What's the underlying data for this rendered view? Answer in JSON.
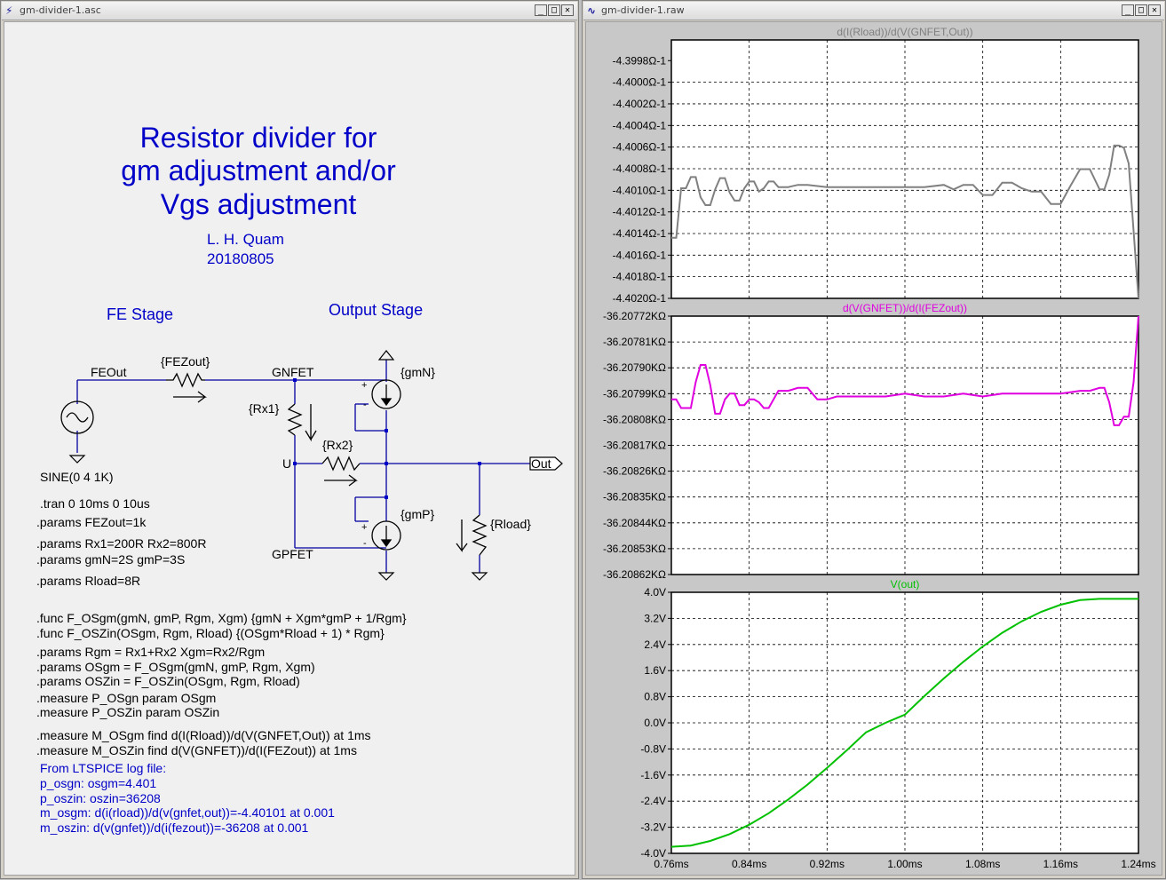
{
  "schematic_window": {
    "title": "gm-divider-1.asc",
    "heading": [
      "Resistor divider for",
      "gm adjustment and/or",
      "Vgs adjustment"
    ],
    "author": "L. H. Quam",
    "date": "20180805",
    "section_fe": "FE Stage",
    "section_out": "Output Stage",
    "nets": {
      "feout": "FEOut",
      "gnfet": "GNFET",
      "gpfet": "GPFET",
      "u": "U",
      "out": "Out"
    },
    "components": {
      "fezout": "{FEZout}",
      "rx1": "{Rx1}",
      "rx2": "{Rx2}",
      "gmn": "{gmN}",
      "gmp": "{gmP}",
      "rload": "{Rload}",
      "source": "SINE(0 4 1K)",
      "plus": "+",
      "minus": "-"
    },
    "directives": [
      ".tran 0 10ms 0 10us",
      ".params FEZout=1k",
      ".params Rx1=200R Rx2=800R",
      ".params gmN=2S gmP=3S",
      ".params Rload=8R",
      ".func F_OSgm(gmN, gmP, Rgm, Xgm) {gmN + Xgm*gmP + 1/Rgm}",
      ".func F_OSZin(OSgm, Rgm, Rload) {(OSgm*Rload + 1) * Rgm}",
      ".params Rgm = Rx1+Rx2 Xgm=Rx2/Rgm",
      ".params OSgm = F_OSgm(gmN, gmP, Rgm, Xgm)",
      ".params OSZin = F_OSZin(OSgm, Rgm, Rload)",
      ".measure P_OSgn param OSgm",
      ".measure P_OSZin param OSZin",
      ".measure M_OSgm find d(I(Rload))/d(V(GNFET,Out)) at 1ms",
      ".measure M_OSZin find d(V(GNFET))/d(I(FEZout)) at 1ms"
    ],
    "log_notes": [
      "From LTSPICE log file:",
      "p_osgn: osgm=4.401",
      "p_oszin: oszin=36208",
      "m_osgm: d(i(rload))/d(v(gnfet,out))=-4.40101 at 0.001",
      "m_oszin: d(v(gnfet))/d(i(fezout))=-36208 at 0.001"
    ]
  },
  "waveform_window": {
    "title": "gm-divider-1.raw"
  },
  "window_buttons": {
    "minimize": "_",
    "maximize": "□",
    "close": "✕"
  },
  "colors": {
    "trace1": "#808080",
    "trace2": "#e000e0",
    "trace3": "#00c000",
    "annotation_blue": "#0000c8"
  },
  "chart_data": [
    {
      "type": "line",
      "title": "d(I(Rload))/d(V(GNFET,Out))",
      "x_ticks": [],
      "y_ticks": [
        "-4.3998Ω-1",
        "-4.4000Ω-1",
        "-4.4002Ω-1",
        "-4.4004Ω-1",
        "-4.4006Ω-1",
        "-4.4008Ω-1",
        "-4.4010Ω-1",
        "-4.4012Ω-1",
        "-4.4014Ω-1",
        "-4.4016Ω-1",
        "-4.4018Ω-1",
        "-4.4020Ω-1"
      ],
      "xlim": [
        0.76,
        1.24
      ],
      "ylim": [
        -4.402,
        -4.3997
      ],
      "grid": true,
      "series": [
        {
          "color": "#808080",
          "x": [
            0.76,
            0.765,
            0.77,
            0.775,
            0.78,
            0.785,
            0.79,
            0.795,
            0.8,
            0.805,
            0.81,
            0.815,
            0.82,
            0.825,
            0.83,
            0.835,
            0.84,
            0.845,
            0.85,
            0.855,
            0.86,
            0.865,
            0.87,
            0.88,
            0.89,
            0.9,
            0.92,
            0.94,
            0.96,
            0.98,
            1.0,
            1.02,
            1.04,
            1.05,
            1.06,
            1.07,
            1.08,
            1.09,
            1.1,
            1.11,
            1.12,
            1.13,
            1.14,
            1.15,
            1.16,
            1.17,
            1.18,
            1.19,
            1.2,
            1.205,
            1.21,
            1.215,
            1.22,
            1.225,
            1.23,
            1.235,
            1.24
          ],
          "y": [
            -4.40146,
            -4.40146,
            -4.40102,
            -4.40102,
            -4.40092,
            -4.40092,
            -4.4011,
            -4.40117,
            -4.40117,
            -4.40103,
            -4.40093,
            -4.40093,
            -4.40106,
            -4.40113,
            -4.40113,
            -4.40102,
            -4.40096,
            -4.40096,
            -4.40105,
            -4.40102,
            -4.40096,
            -4.40096,
            -4.40101,
            -4.40101,
            -4.40099,
            -4.40099,
            -4.40101,
            -4.40101,
            -4.40101,
            -4.40101,
            -4.40101,
            -4.40101,
            -4.40099,
            -4.40103,
            -4.40099,
            -4.40099,
            -4.40108,
            -4.40108,
            -4.40097,
            -4.40097,
            -4.40102,
            -4.40105,
            -4.40105,
            -4.40116,
            -4.40116,
            -4.401,
            -4.40085,
            -4.40085,
            -4.40103,
            -4.40103,
            -4.4009,
            -4.40064,
            -4.40064,
            -4.40066,
            -4.4008,
            -4.4014,
            -4.402
          ]
        }
      ]
    },
    {
      "type": "line",
      "title": "d(V(GNFET))/d(I(FEZout))",
      "x_ticks": [],
      "y_ticks": [
        "-36.20772KΩ",
        "-36.20781KΩ",
        "-36.20790KΩ",
        "-36.20799KΩ",
        "-36.20808KΩ",
        "-36.20817KΩ",
        "-36.20826KΩ",
        "-36.20835KΩ",
        "-36.20844KΩ",
        "-36.20853KΩ",
        "-36.20862KΩ"
      ],
      "xlim": [
        0.76,
        1.24
      ],
      "ylim": [
        -36.20862,
        -36.20772
      ],
      "grid": true,
      "series": [
        {
          "color": "#e000e0",
          "x": [
            0.76,
            0.765,
            0.77,
            0.775,
            0.78,
            0.785,
            0.79,
            0.795,
            0.8,
            0.805,
            0.81,
            0.815,
            0.82,
            0.825,
            0.83,
            0.835,
            0.84,
            0.845,
            0.85,
            0.855,
            0.86,
            0.87,
            0.88,
            0.89,
            0.9,
            0.91,
            0.92,
            0.93,
            0.94,
            0.95,
            0.96,
            0.98,
            1.0,
            1.02,
            1.04,
            1.06,
            1.08,
            1.1,
            1.12,
            1.14,
            1.16,
            1.18,
            1.19,
            1.2,
            1.205,
            1.21,
            1.215,
            1.22,
            1.225,
            1.23,
            1.235,
            1.24
          ],
          "y": [
            -36.20801,
            -36.20801,
            -36.20804,
            -36.20804,
            -36.20804,
            -36.20795,
            -36.20789,
            -36.20789,
            -36.20796,
            -36.20806,
            -36.20806,
            -36.20801,
            -36.20799,
            -36.20799,
            -36.20803,
            -36.20803,
            -36.20801,
            -36.20801,
            -36.20802,
            -36.20804,
            -36.20804,
            -36.20798,
            -36.20798,
            -36.20797,
            -36.20797,
            -36.20801,
            -36.20801,
            -36.208,
            -36.208,
            -36.208,
            -36.208,
            -36.208,
            -36.20799,
            -36.208,
            -36.208,
            -36.20799,
            -36.208,
            -36.20799,
            -36.20799,
            -36.20799,
            -36.20799,
            -36.20798,
            -36.20798,
            -36.20797,
            -36.20797,
            -36.20802,
            -36.2081,
            -36.2081,
            -36.20807,
            -36.20807,
            -36.20795,
            -36.20772
          ]
        }
      ]
    },
    {
      "type": "line",
      "title": "V(out)",
      "xlabel": "",
      "x_ticks": [
        "0.76ms",
        "0.84ms",
        "0.92ms",
        "1.00ms",
        "1.08ms",
        "1.16ms",
        "1.24ms"
      ],
      "y_ticks": [
        "4.0V",
        "3.2V",
        "2.4V",
        "1.6V",
        "0.8V",
        "0.0V",
        "-0.8V",
        "-1.6V",
        "-2.4V",
        "-3.2V",
        "-4.0V"
      ],
      "xlim": [
        0.76,
        1.24
      ],
      "ylim": [
        -4.0,
        4.0
      ],
      "grid": true,
      "series": [
        {
          "color": "#00c000",
          "x": [
            0.76,
            0.78,
            0.8,
            0.82,
            0.84,
            0.86,
            0.88,
            0.9,
            0.92,
            0.94,
            0.96,
            0.98,
            1.0,
            1.02,
            1.04,
            1.06,
            1.08,
            1.1,
            1.12,
            1.14,
            1.16,
            1.18,
            1.2,
            1.22,
            1.24
          ],
          "y": [
            -3.8,
            -3.76,
            -3.62,
            -3.41,
            -3.12,
            -2.77,
            -2.35,
            -1.89,
            -1.38,
            -0.85,
            -0.29,
            0.0,
            0.25,
            0.82,
            1.36,
            1.87,
            2.34,
            2.76,
            3.11,
            3.4,
            3.62,
            3.76,
            3.8,
            3.8,
            3.8
          ]
        }
      ]
    }
  ]
}
